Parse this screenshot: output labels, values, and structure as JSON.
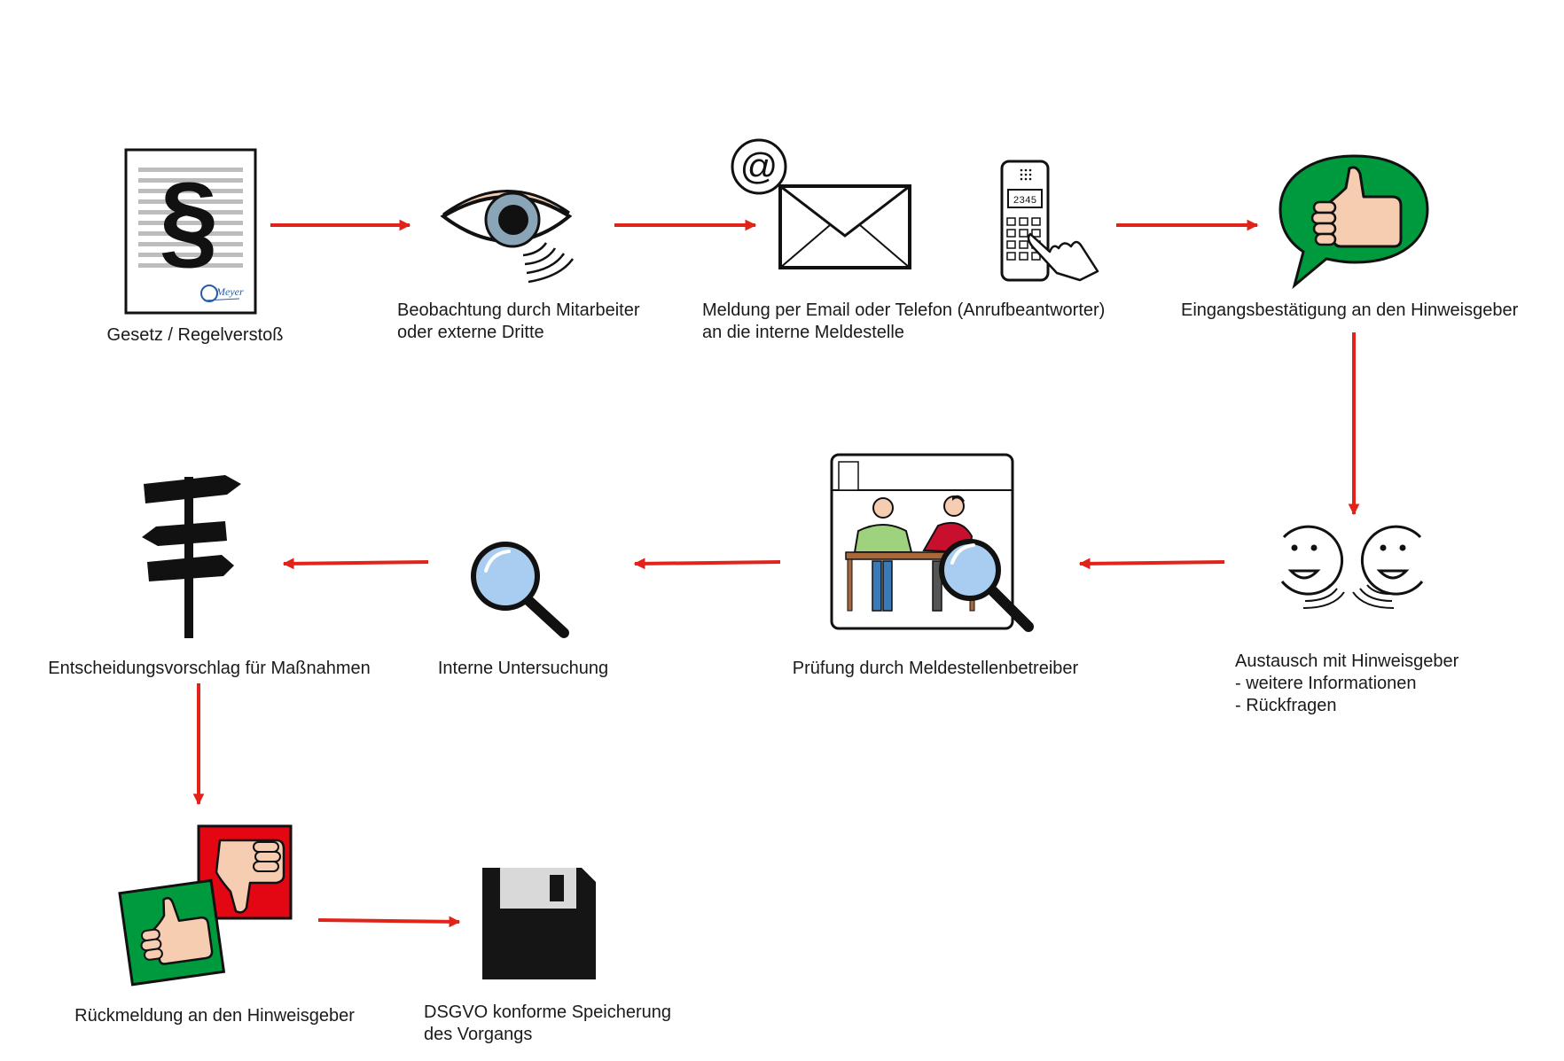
{
  "colors": {
    "arrow": "#e2231a",
    "thumbs_green": "#009a3e",
    "thumbs_red": "#e30613",
    "skin": "#f7cdb2",
    "lens": "#a9cdf0"
  },
  "steps": [
    {
      "id": "law",
      "icon": "paragraph-document-icon",
      "lines": [
        "Gesetz / Regelverstoß"
      ]
    },
    {
      "id": "observation",
      "icon": "eye-icon",
      "lines": [
        "Beobachtung durch Mitarbeiter",
        "oder externe Dritte"
      ]
    },
    {
      "id": "report",
      "icon": "email-phone-icon",
      "lines": [
        "Meldung per Email oder Telefon (Anrufbeantworter)",
        "an die interne Meldestelle"
      ]
    },
    {
      "id": "confirmation",
      "icon": "thumbs-up-speech-icon",
      "lines": [
        "Eingangsbestätigung an den Hinweisgeber"
      ]
    },
    {
      "id": "exchange",
      "icon": "talking-faces-icon",
      "lines": [
        "Austausch mit Hinweisgeber",
        "- weitere Informationen",
        "- Rückfragen"
      ]
    },
    {
      "id": "review",
      "icon": "meeting-magnifier-icon",
      "lines": [
        "Prüfung durch Meldestellenbetreiber"
      ]
    },
    {
      "id": "investigation",
      "icon": "magnifier-icon",
      "lines": [
        "Interne Untersuchung"
      ]
    },
    {
      "id": "decision",
      "icon": "signpost-icon",
      "lines": [
        "Entscheidungsvorschlag für Maßnahmen"
      ]
    },
    {
      "id": "feedback",
      "icon": "thumbs-up-down-icon",
      "lines": [
        "Rückmeldung an den Hinweisgeber"
      ]
    },
    {
      "id": "storage",
      "icon": "floppy-disk-icon",
      "lines": [
        "DSGVO konforme Speicherung",
        "des Vorgangs"
      ]
    }
  ],
  "phone_display": "2345",
  "logo_text": "Meyer"
}
